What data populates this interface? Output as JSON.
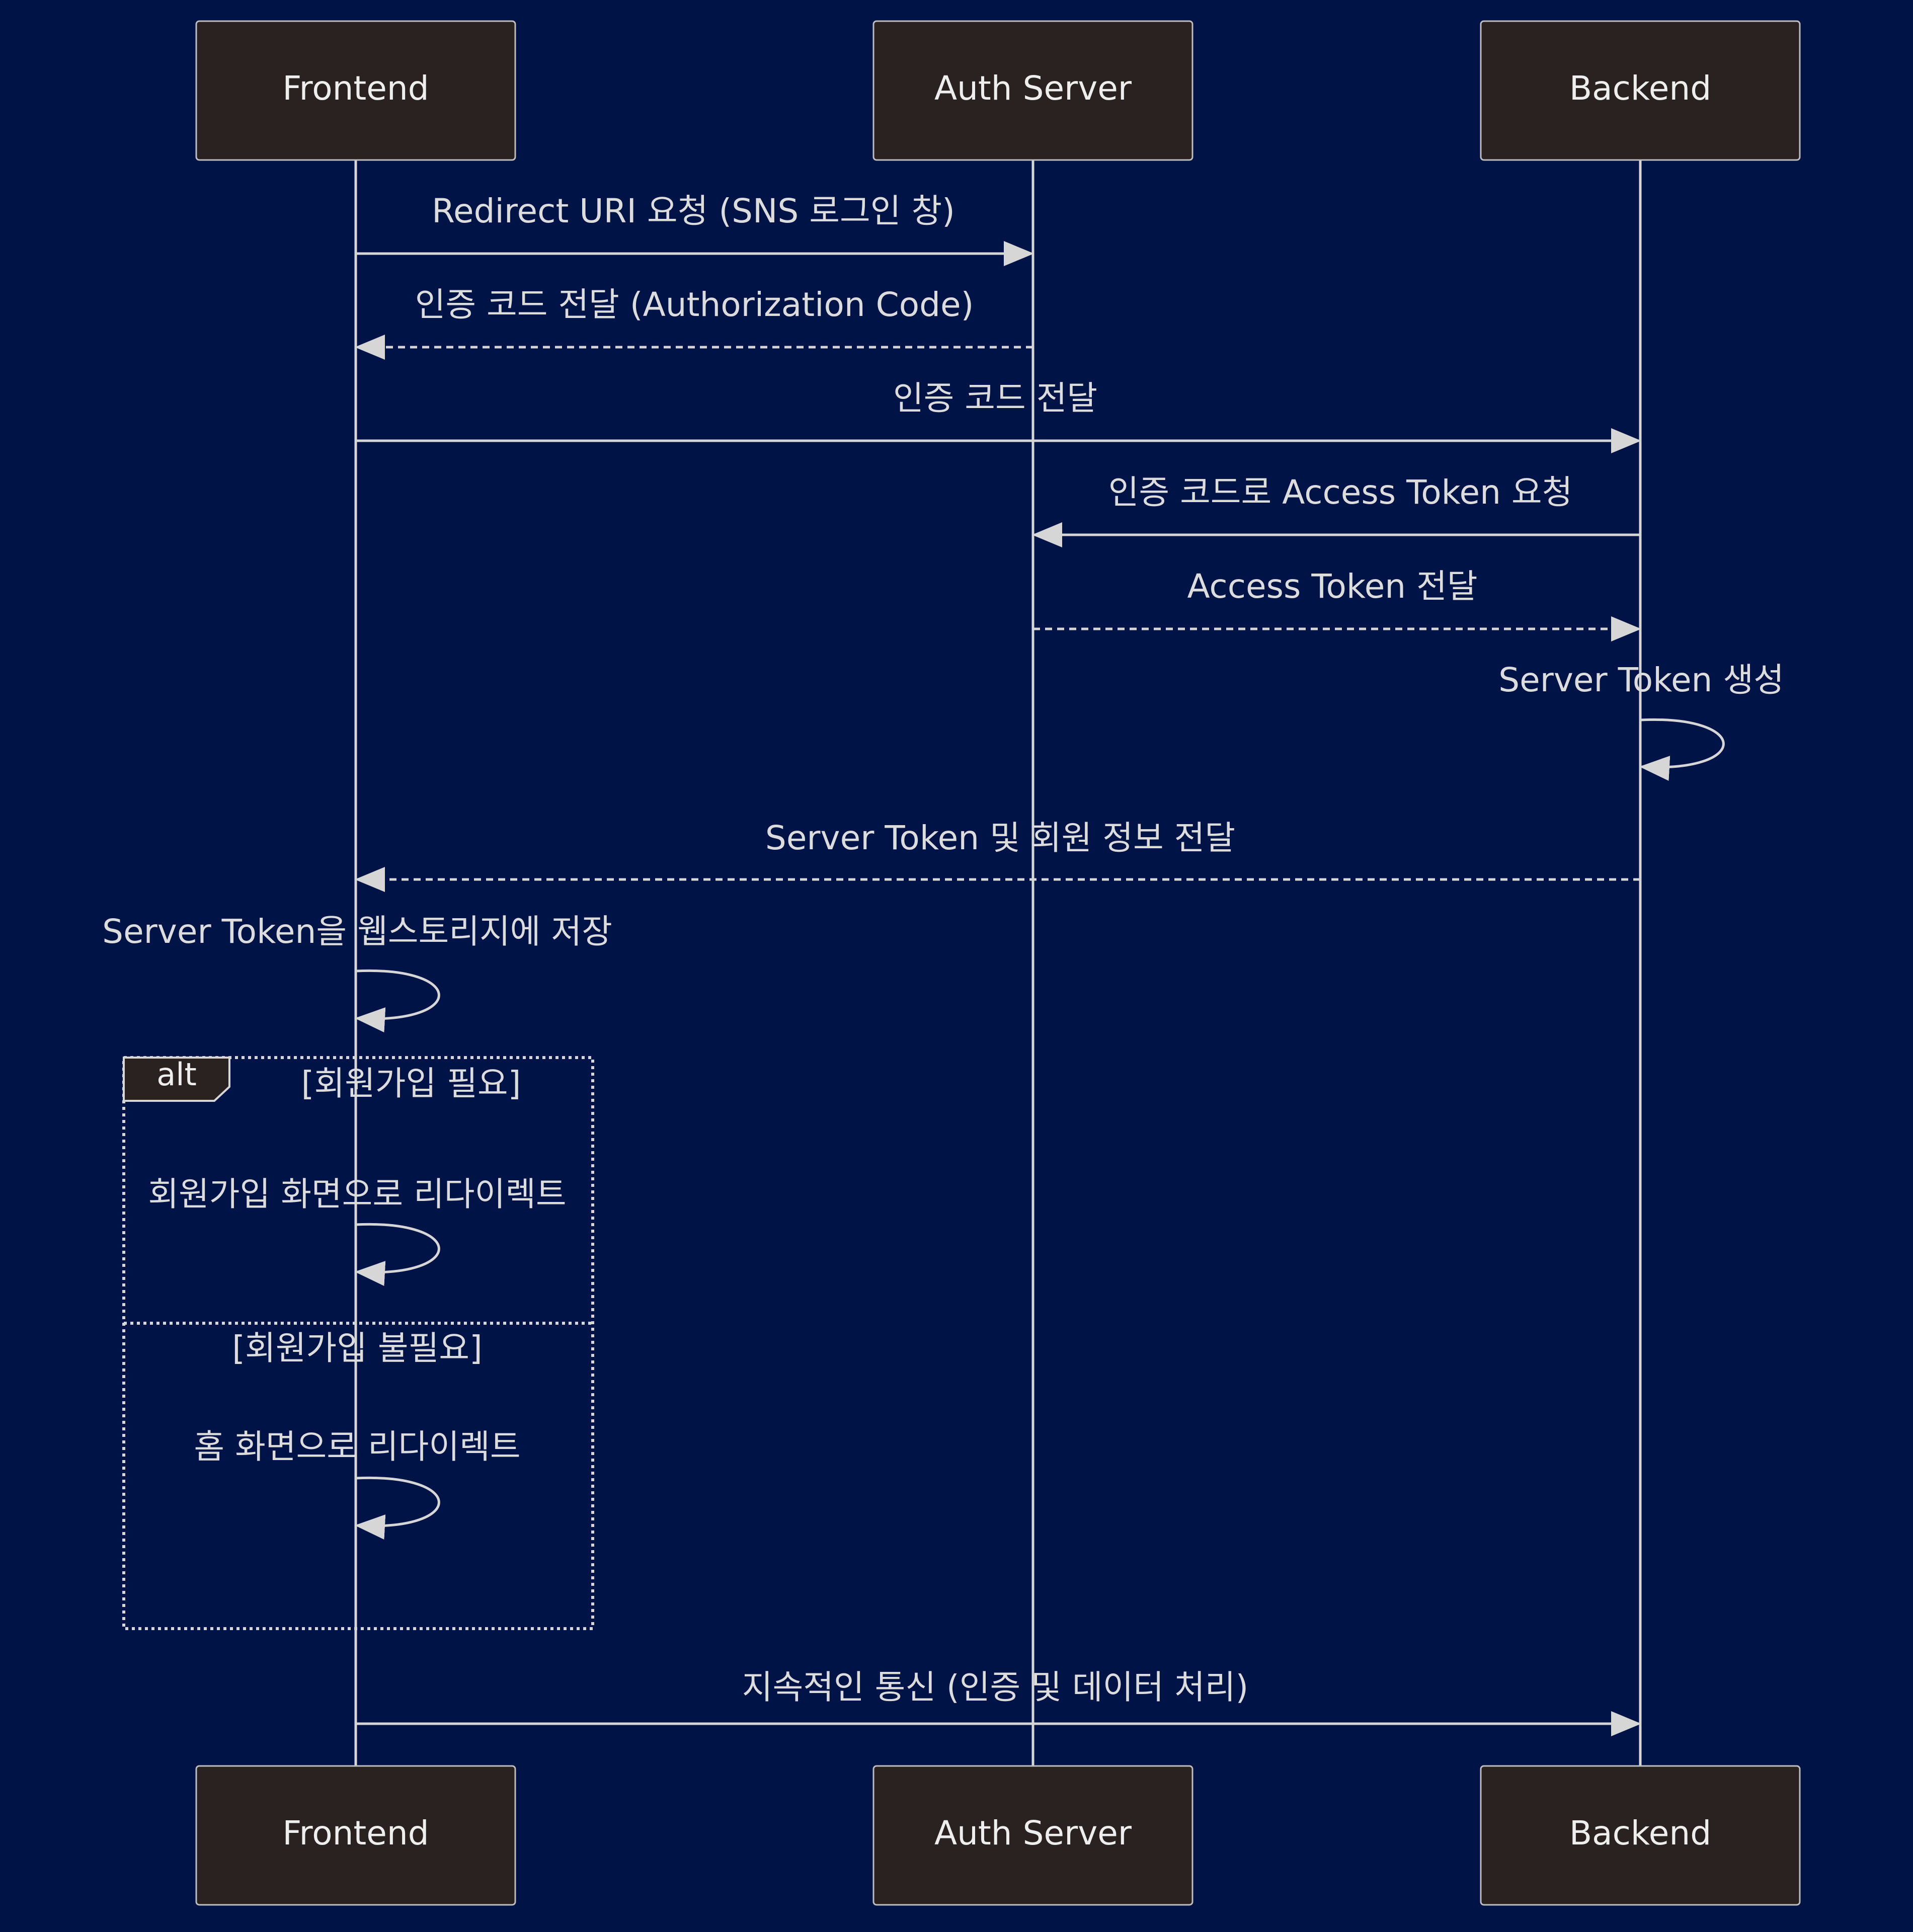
{
  "participants": {
    "frontend": "Frontend",
    "auth_server": "Auth Server",
    "backend": "Backend"
  },
  "messages": [
    {
      "text": "Redirect URI 요청 (SNS 로그인 창)",
      "style": "solid"
    },
    {
      "text": "인증 코드 전달 (Authorization Code)",
      "style": "dashed"
    },
    {
      "text": "인증 코드 전달",
      "style": "solid"
    },
    {
      "text": "인증 코드로 Access Token 요청",
      "style": "solid"
    },
    {
      "text": "Access Token 전달",
      "style": "dashed"
    },
    {
      "text": "Server Token 생성",
      "style": "self"
    },
    {
      "text": "Server Token 및 회원 정보 전달",
      "style": "dashed"
    },
    {
      "text": "Server Token을 웹스토리지에 저장",
      "style": "self"
    },
    {
      "text": "지속적인 통신 (인증 및 데이터 처리)",
      "style": "solid"
    }
  ],
  "alt_block": {
    "tab_label": "alt",
    "condition_1": "[회원가입 필요]",
    "message_1": "회원가입 화면으로 리다이렉트",
    "condition_2": "[회원가입 불필요]",
    "message_2": "홈 화면으로 리다이렉트"
  },
  "colors": {
    "background": "#001346",
    "actor_fill": "#2a2220",
    "line": "#d6d6d6",
    "text": "#dcdcdc"
  }
}
